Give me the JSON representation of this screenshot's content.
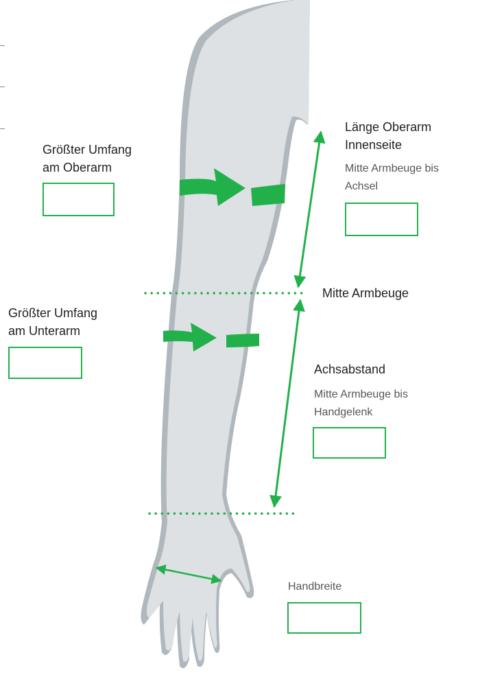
{
  "colors": {
    "accent": "#22b04b",
    "arm_fill": "#dde1e3",
    "arm_edge": "#b0b8be"
  },
  "labels": {
    "upper_arm_circ": [
      "Größter Umfang",
      "am Oberarm"
    ],
    "forearm_circ": [
      "Größter Umfang",
      "am Unterarm"
    ],
    "upper_arm_length": {
      "title": [
        "Länge Oberarm",
        "Innenseite"
      ],
      "desc": [
        "Mitte Armbeuge bis",
        "Achsel"
      ]
    },
    "elbow_line": "Mitte Armbeuge",
    "axis_distance": {
      "title": "Achsabstand",
      "desc": [
        "Mitte Armbeuge bis",
        "Handgelenk"
      ]
    },
    "hand_width": "Handbreite"
  },
  "input_boxes": [
    {
      "name": "upper-arm-circumference-box",
      "value": ""
    },
    {
      "name": "upper-arm-length-box",
      "value": ""
    },
    {
      "name": "forearm-circumference-box",
      "value": ""
    },
    {
      "name": "axis-distance-box",
      "value": ""
    },
    {
      "name": "hand-width-box",
      "value": ""
    }
  ]
}
